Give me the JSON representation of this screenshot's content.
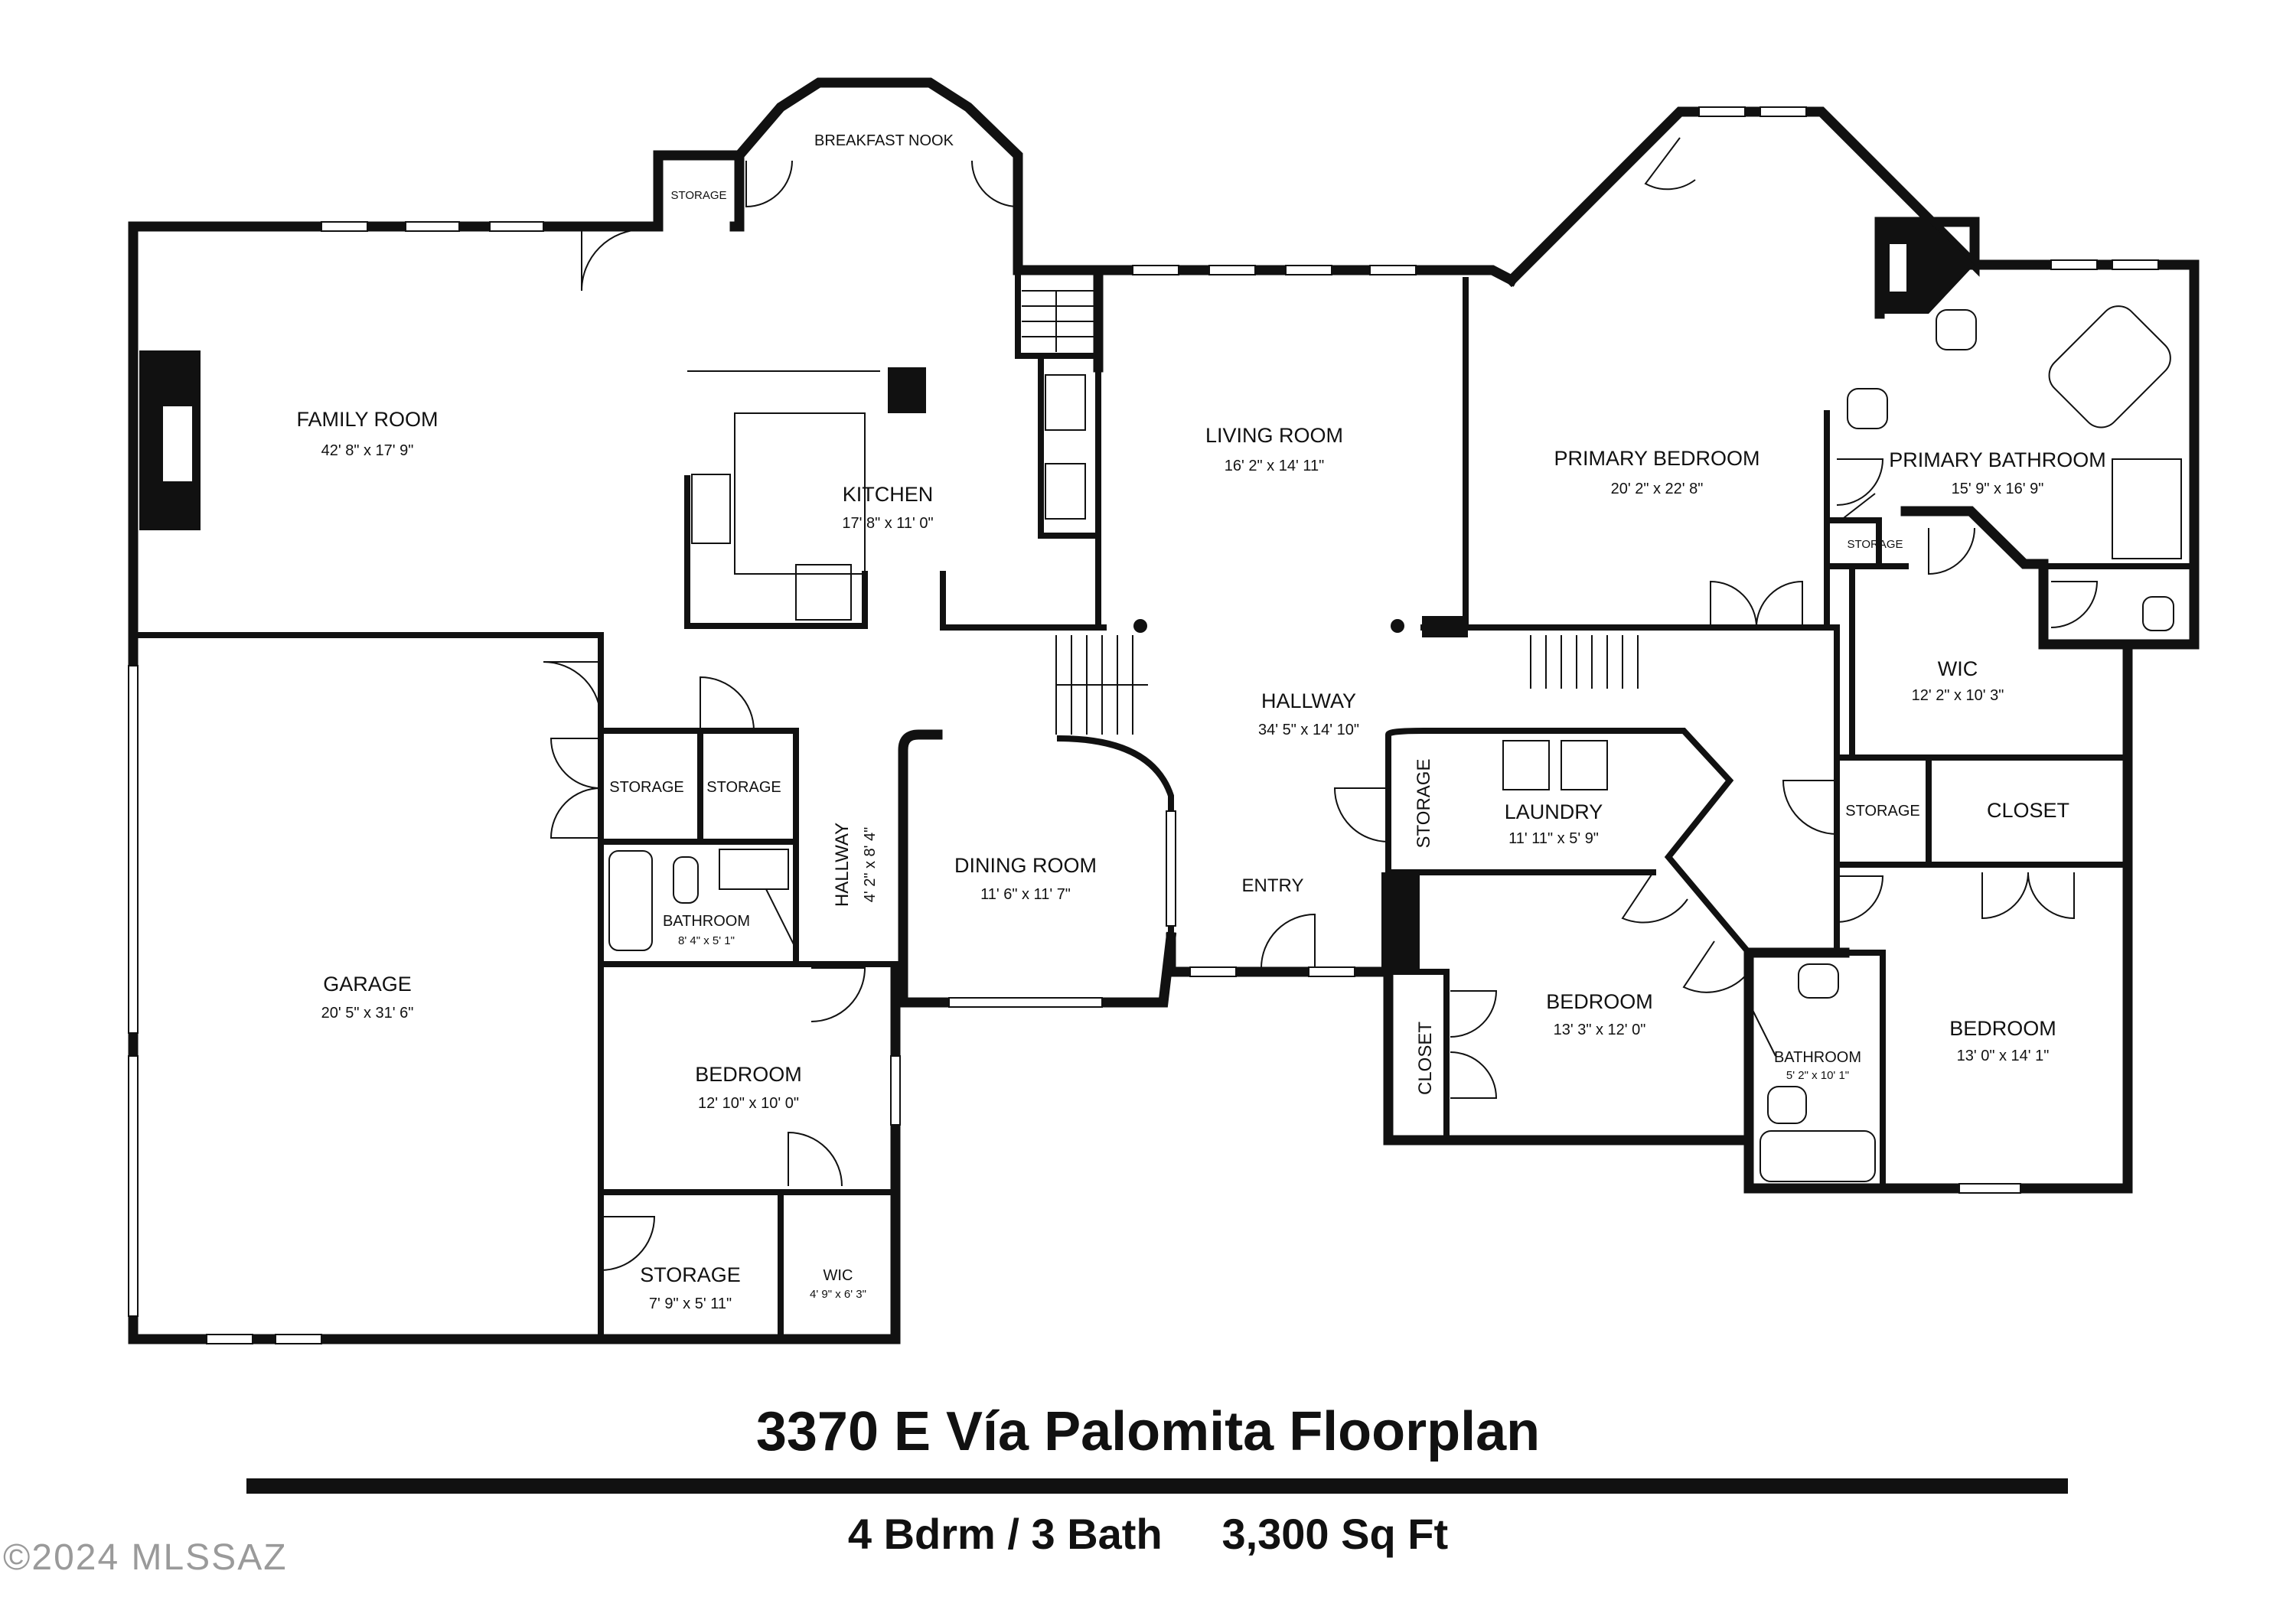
{
  "title": "3370 E Vía Palomita Floorplan",
  "subtitle": "4 Bdrm / 3 Bath     3,300 Sq Ft",
  "copyright": "©2024 MLSSAZ",
  "rooms": {
    "breakfast_nook": "BREAKFAST NOOK",
    "storage_top": "STORAGE",
    "family_room": "FAMILY ROOM",
    "family_room_dim": "42' 8\" x 17' 9\"",
    "kitchen": "KITCHEN",
    "kitchen_dim": "17' 8\" x 11' 0\"",
    "living_room": "LIVING ROOM",
    "living_room_dim": "16' 2\" x 14' 11\"",
    "primary_bedroom": "PRIMARY BEDROOM",
    "primary_bedroom_dim": "20' 2\" x 22' 8\"",
    "primary_bathroom": "PRIMARY BATHROOM",
    "primary_bathroom_dim": "15' 9\" x 16' 9\"",
    "storage_pb": "STORAGE",
    "wic_primary": "WIC",
    "wic_primary_dim": "12' 2\" x 10' 3\"",
    "hallway_main": "HALLWAY",
    "hallway_main_dim": "34' 5\" x 14' 10\"",
    "storage_a": "STORAGE",
    "storage_b": "STORAGE",
    "hallway_small": "HALLWAY",
    "hallway_small_dim": "4' 2\" x 8' 4\"",
    "dining_room": "DINING ROOM",
    "dining_room_dim": "11' 6\" x 11' 7\"",
    "entry": "ENTRY",
    "storage_laundry": "STORAGE",
    "laundry": "LAUNDRY",
    "laundry_dim": "11' 11\" x 5' 9\"",
    "storage_right": "STORAGE",
    "closet_right": "CLOSET",
    "garage": "GARAGE",
    "garage_dim": "20' 5\" x 31' 6\"",
    "bathroom_left": "BATHROOM",
    "bathroom_left_dim": "8' 4\" x 5' 1\"",
    "bedroom_left": "BEDROOM",
    "bedroom_left_dim": "12' 10\" x 10' 0\"",
    "closet_mid": "CLOSET",
    "bedroom_mid": "BEDROOM",
    "bedroom_mid_dim": "13' 3\" x 12' 0\"",
    "bathroom_right": "BATHROOM",
    "bathroom_right_dim": "5' 2\" x 10' 1\"",
    "bedroom_right": "BEDROOM",
    "bedroom_right_dim": "13' 0\" x 14' 1\"",
    "storage_bottom": "STORAGE",
    "storage_bottom_dim": "7' 9\" x 5' 11\"",
    "wic_bottom": "WIC",
    "wic_bottom_dim": "4' 9\" x 6' 3\""
  }
}
